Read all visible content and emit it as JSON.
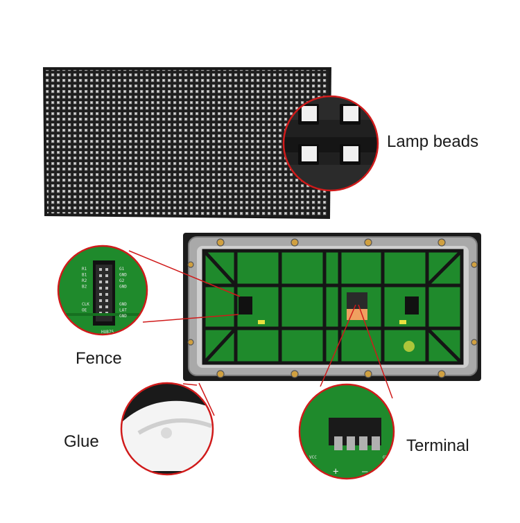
{
  "labels": {
    "lamp_beads": "Lamp beads",
    "fence": "Fence",
    "glue": "Glue",
    "terminal": "Terminal"
  },
  "connector": {
    "model": "HUB75",
    "left_pins": [
      "R1",
      "B1",
      "R2",
      "B2",
      "",
      "",
      "CLK",
      "OE"
    ],
    "right_pins": [
      "G1",
      "GND",
      "G2",
      "GND",
      "",
      "",
      "GND",
      "LAT",
      "GND"
    ]
  },
  "terminal": {
    "vcc_label": "VCC",
    "gnd_label": "GN",
    "plus_sign": "+",
    "minus_sign": "—"
  },
  "colors": {
    "pcb_green": "#1f8a2c",
    "accent_red": "#d01a1a",
    "module_black": "#1b1b1b",
    "frame_grey": "#8c8c8c"
  }
}
